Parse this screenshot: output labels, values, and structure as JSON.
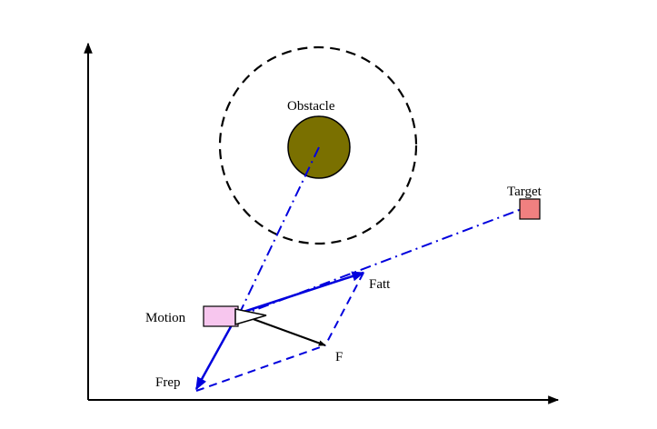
{
  "labels": {
    "obstacle": "Obstacle",
    "target": "Target",
    "motion": "Motion",
    "frep": "Frep",
    "fatt": "Fatt",
    "f": "F"
  },
  "colors": {
    "obstacle_fill": "#7a7000",
    "target_fill": "#f08080",
    "motion_fill": "#f7c6ee",
    "vector_blue": "#0000dd",
    "axis": "#000000"
  }
}
